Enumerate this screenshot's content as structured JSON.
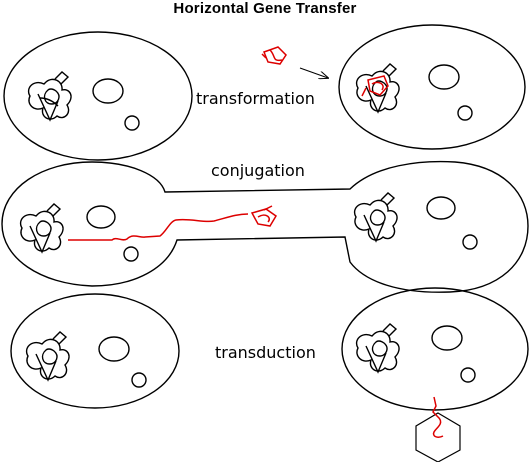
{
  "title": "Horizontal Gene Transfer",
  "labels": {
    "transformation": "transformation",
    "conjugation": "conjugation",
    "transduction": "transduction"
  },
  "colors": {
    "outline": "#000000",
    "dna": "#dd0000",
    "background": "#ffffff"
  },
  "icons": [
    "chromosome-icon",
    "plasmid-icon",
    "dna-fragment-icon",
    "arrow-icon",
    "bacteriophage-icon"
  ]
}
